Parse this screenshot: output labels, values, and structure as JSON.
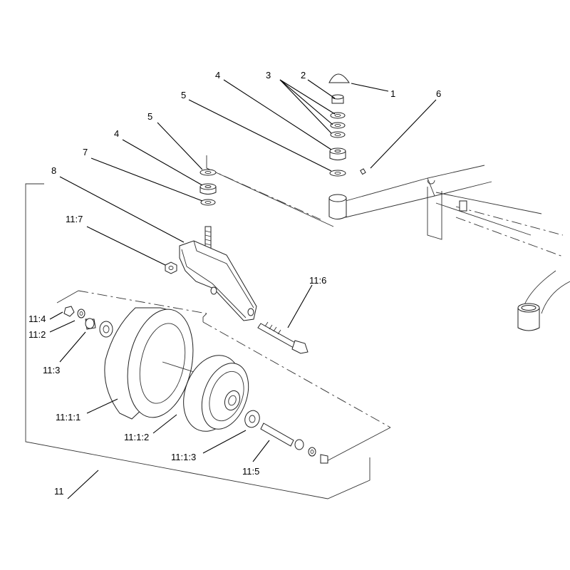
{
  "callouts": [
    {
      "id": "c1",
      "text": "1"
    },
    {
      "id": "c2",
      "text": "2"
    },
    {
      "id": "c3",
      "text": "3"
    },
    {
      "id": "c4a",
      "text": "4"
    },
    {
      "id": "c5a",
      "text": "5"
    },
    {
      "id": "c6",
      "text": "6"
    },
    {
      "id": "c5b",
      "text": "5"
    },
    {
      "id": "c4b",
      "text": "4"
    },
    {
      "id": "c7",
      "text": "7"
    },
    {
      "id": "c8",
      "text": "8"
    },
    {
      "id": "c11_7",
      "text": "11:7"
    },
    {
      "id": "c11_6",
      "text": "11:6"
    },
    {
      "id": "c11_4",
      "text": "11:4"
    },
    {
      "id": "c11_2",
      "text": "11:2"
    },
    {
      "id": "c11_3",
      "text": "11:3"
    },
    {
      "id": "c11_1_1",
      "text": "11:1:1"
    },
    {
      "id": "c11_1_2",
      "text": "11:1:2"
    },
    {
      "id": "c11_1_3",
      "text": "11:1:3"
    },
    {
      "id": "c11_5",
      "text": "11:5"
    },
    {
      "id": "c11",
      "text": "11"
    }
  ]
}
